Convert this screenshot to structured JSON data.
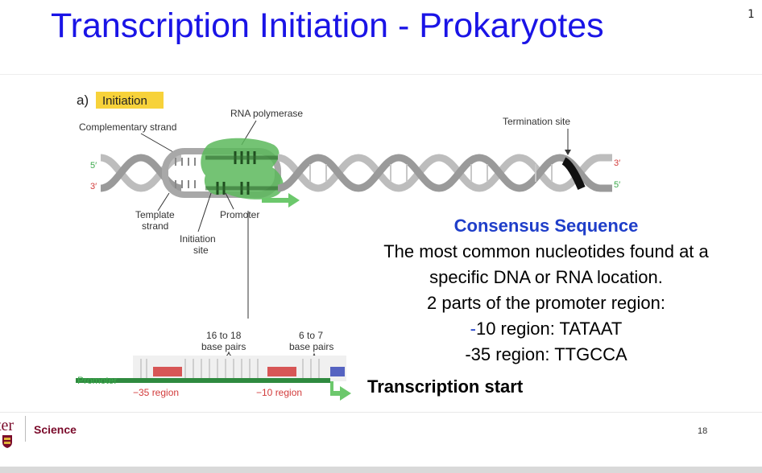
{
  "slide": {
    "title": "Transcription Initiation - Prokaryotes",
    "corner_number": "1",
    "page_number": "18"
  },
  "figure": {
    "panel_letter": "a)",
    "panel_label": "Initiation",
    "complementary_strand": "Complementary strand",
    "rna_polymerase": "RNA polymerase",
    "termination_site": "Termination site",
    "five_prime": "5′",
    "three_prime": "3′",
    "template_strand_1": "Template",
    "template_strand_2": "strand",
    "promoter": "Promoter",
    "initiation_site_1": "Initiation",
    "initiation_site_2": "site",
    "spacer_1_line1": "16 to 18",
    "spacer_1_line2": "base pairs",
    "spacer_2_line1": "6 to 7",
    "spacer_2_line2": "base pairs",
    "promoter_bottom": "Promoter",
    "region_35": "−35 region",
    "region_10": "−10 region"
  },
  "consensus": {
    "heading": "Consensus Sequence",
    "line1": "The most common nucleotides found at a",
    "line2": "specific DNA or RNA location.",
    "line3": "2 parts of the promoter region:",
    "line4_dash": "-",
    "line4_rest": "10 region: TATAAT",
    "line5": "-35 region: TTGCCA"
  },
  "transcription_start": "Transcription start",
  "footer": {
    "logo_fragment": "ter",
    "department": "Science"
  },
  "colors": {
    "title": "#1a14e6",
    "consensus_heading": "#1f3ec9",
    "label_highlight": "#f7d23a",
    "polymerase_green": "#5cb85c",
    "five_prime_green": "#3aa84a",
    "three_prime_red": "#d23b3b",
    "brand": "#7a0a2a"
  }
}
